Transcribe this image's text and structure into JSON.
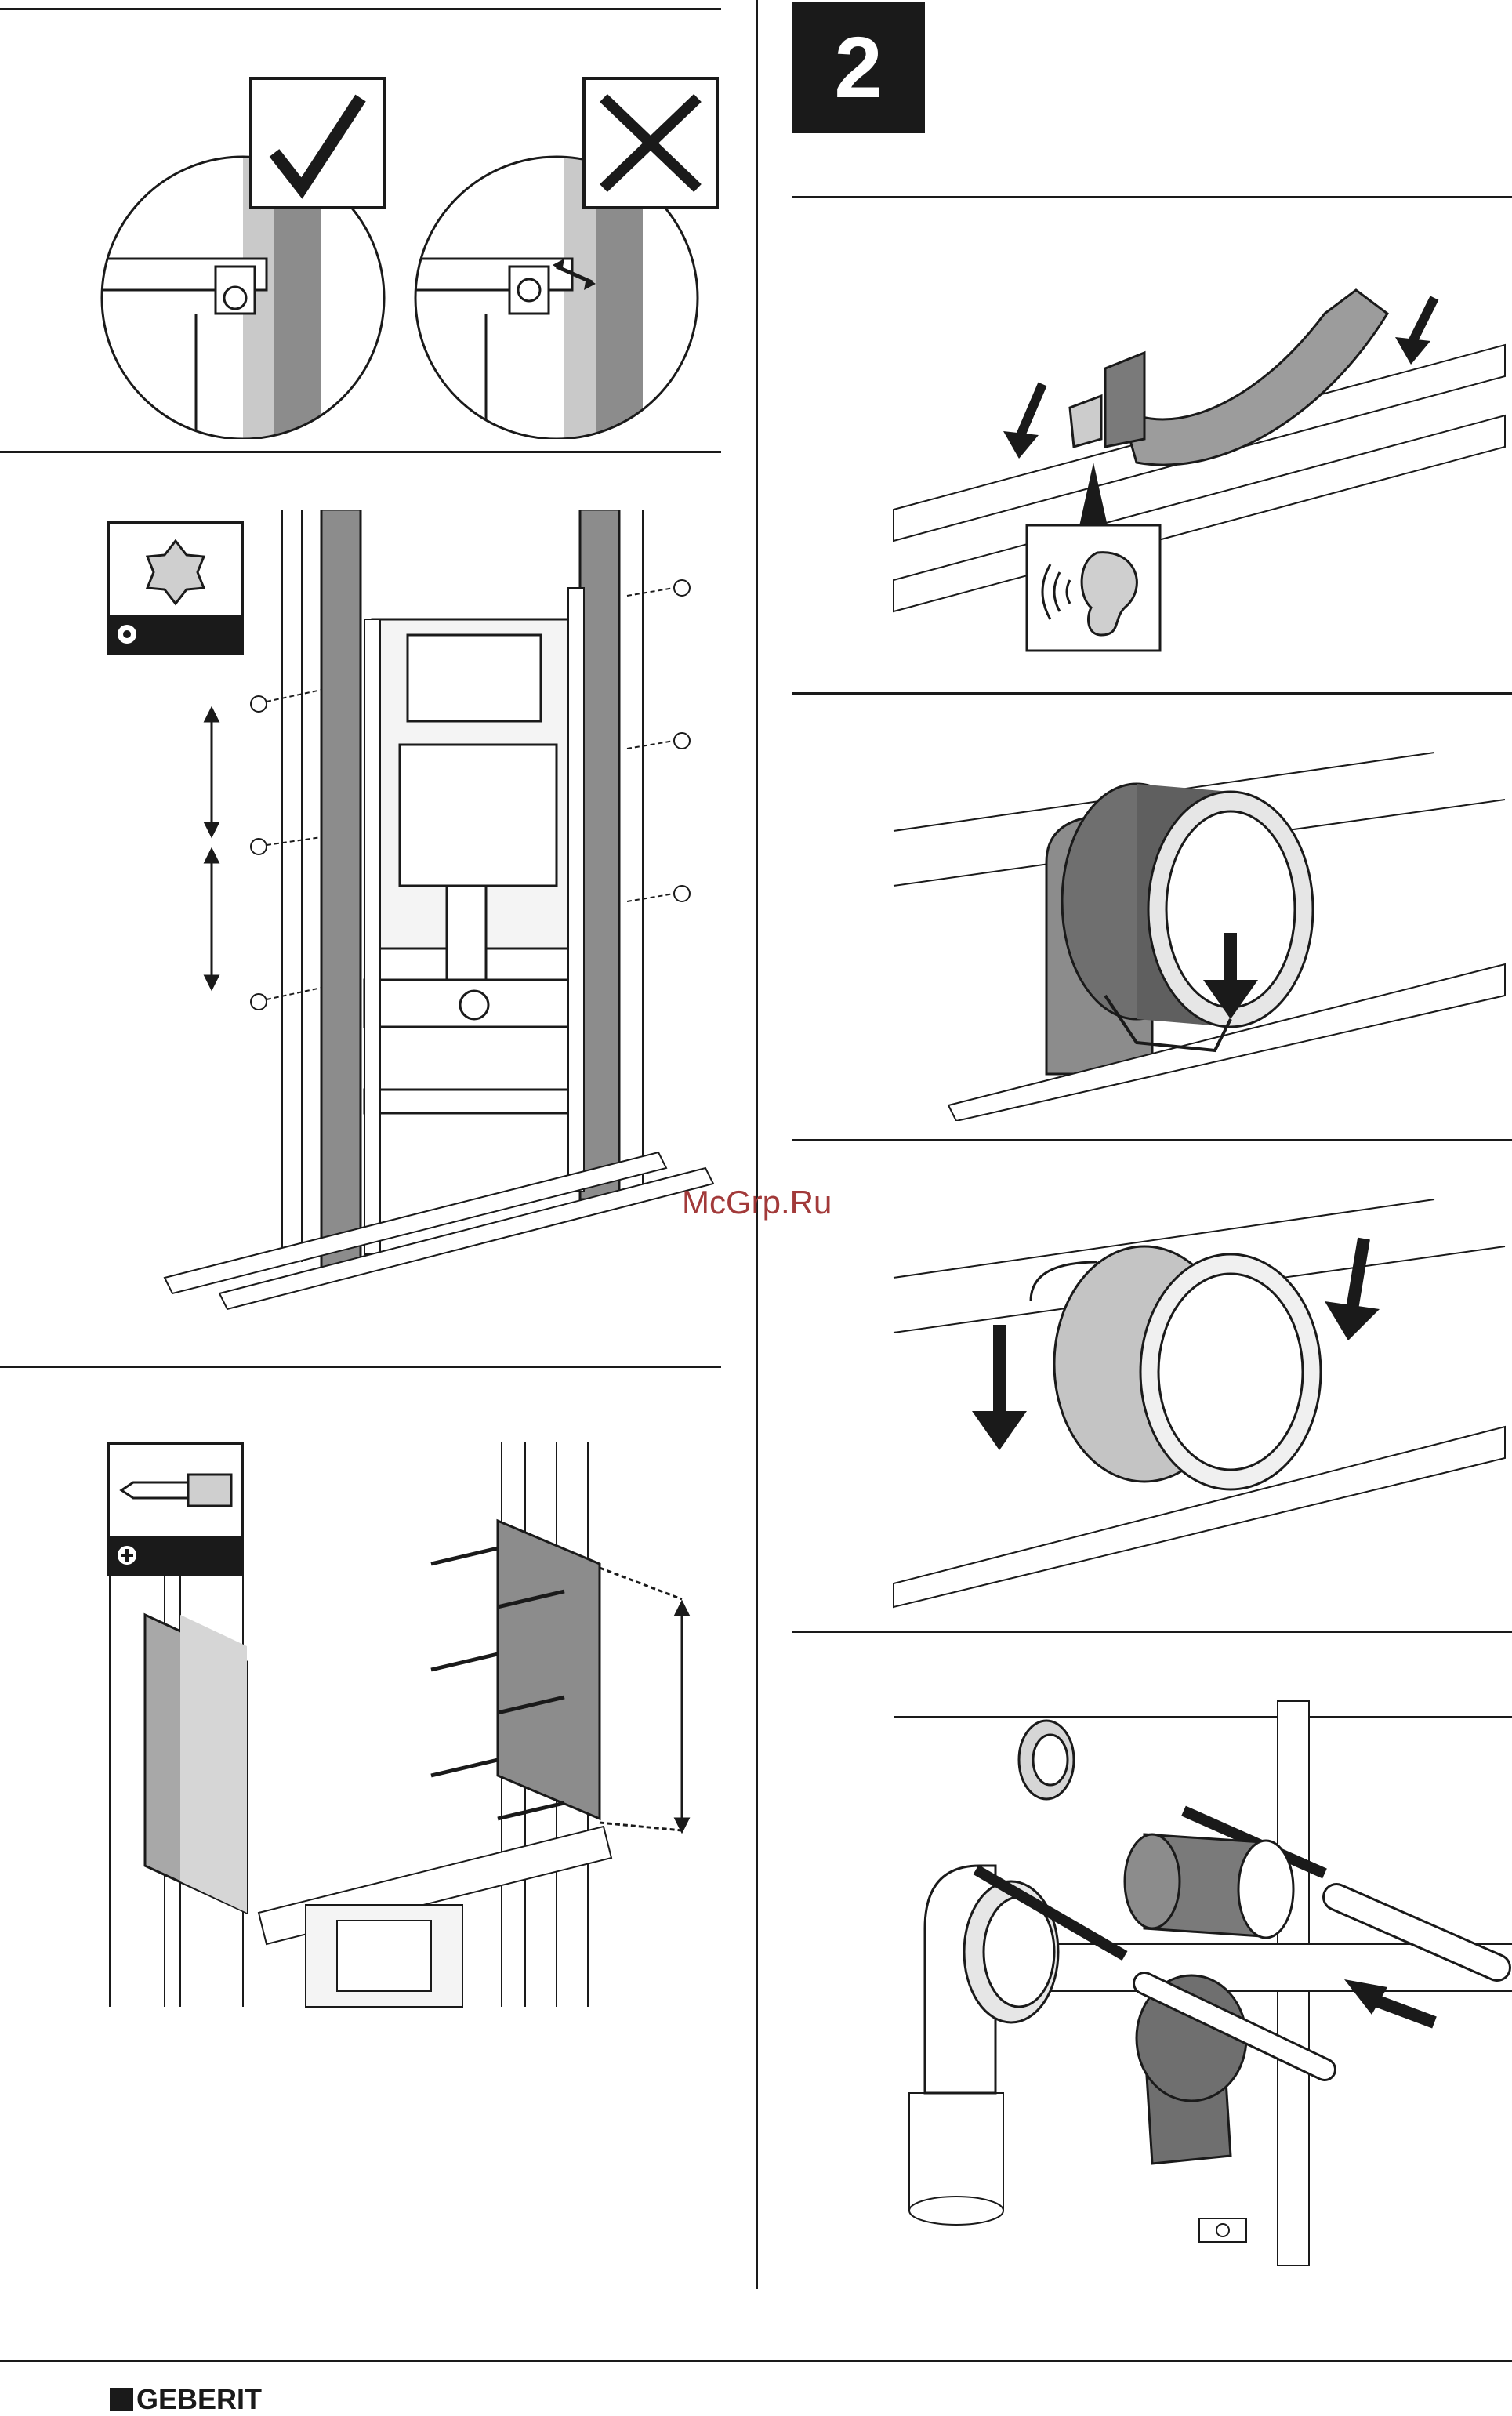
{
  "step": {
    "number": "2"
  },
  "watermark": {
    "text": "McGrp.Ru"
  },
  "footer": {
    "brand": "GEBERIT"
  },
  "icons": {
    "check": "check-icon",
    "cross": "cross-icon",
    "torx": "torx-bit-icon",
    "phillips": "phillips-screwdriver-icon",
    "ear": "ear-icon"
  },
  "colors": {
    "ink": "#1a1a1a",
    "grey": "#8c8c8c",
    "light": "#e6e6e6"
  }
}
